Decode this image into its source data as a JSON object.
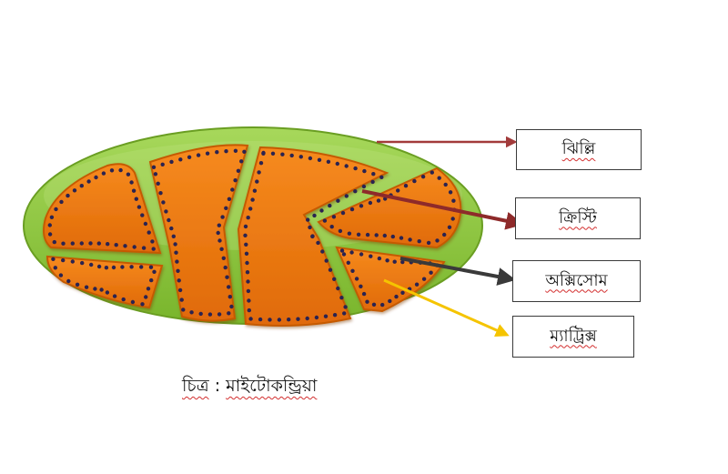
{
  "labels": {
    "membrane": "ঝিল্লি",
    "cristae": "ক্রিস্টি",
    "oxysome": "অক্সিসোম",
    "matrix": "ম্যাট্রিক্স"
  },
  "caption": {
    "prefix": "চিত্র",
    "separator": ":",
    "title": "মাইটোকন্ড্রিয়া"
  },
  "colors": {
    "outer_membrane": "#8cc63f",
    "inner_folds": "#f07c12",
    "oxysome_dots": "#2b2350",
    "arrow_membrane": "#a23b3b",
    "arrow_cristae": "#8e2a2a",
    "arrow_oxysome": "#3a3a3a",
    "arrow_matrix": "#f5c400"
  }
}
